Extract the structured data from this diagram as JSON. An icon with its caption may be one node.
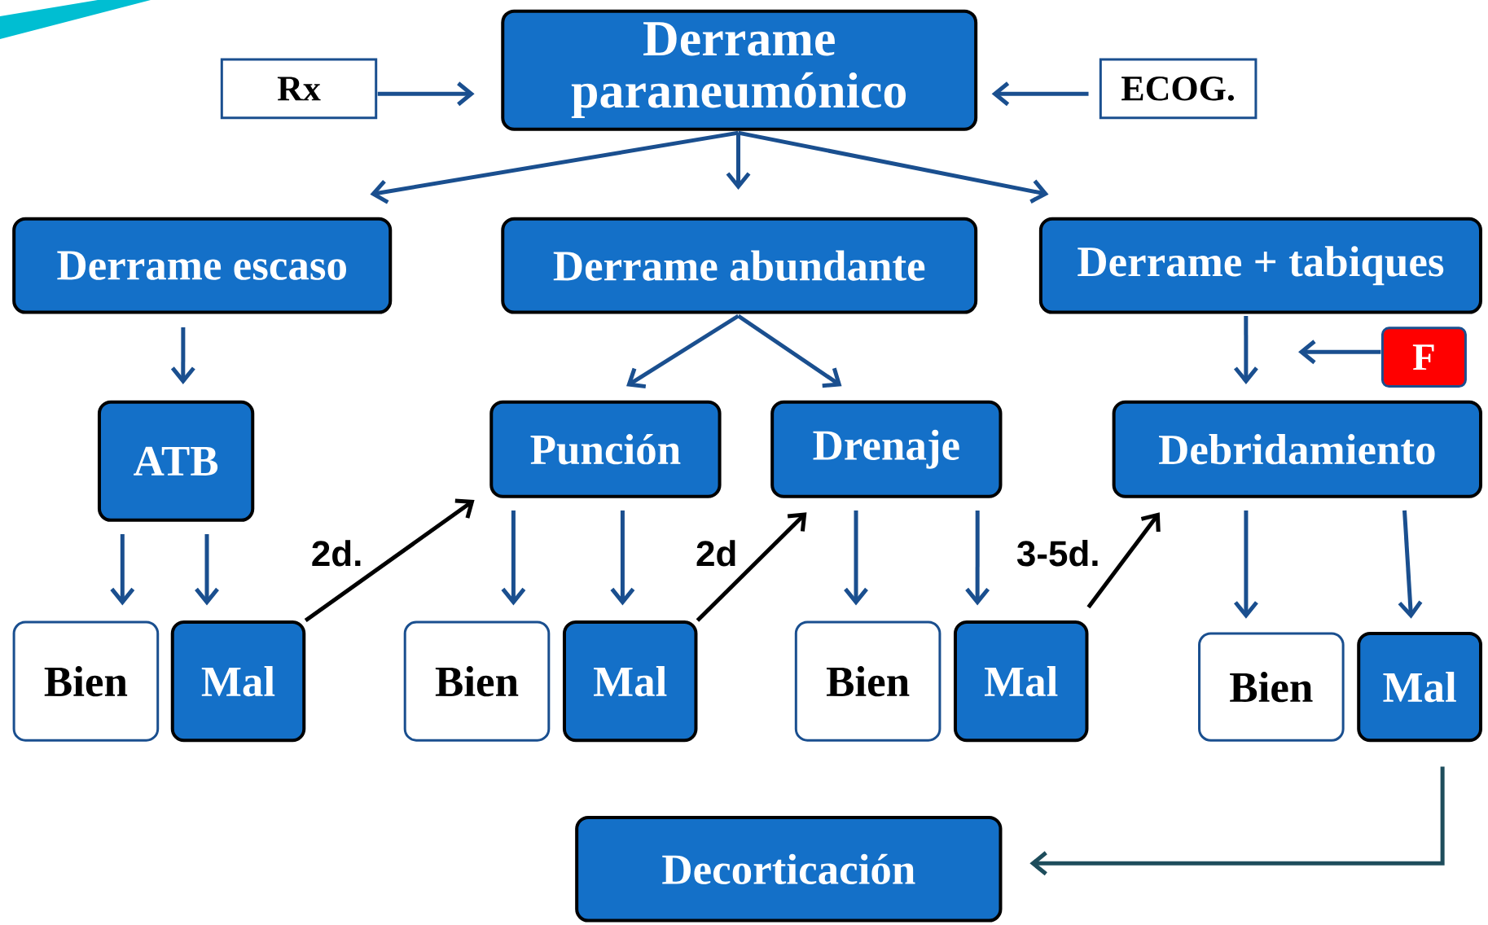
{
  "diagram": {
    "nodes": [
      {
        "text": [
          "Derrame paraneumónico"
        ]
      },
      {
        "text": [
          "Rx"
        ]
      },
      {
        "text": [
          "ECOG."
        ]
      },
      {
        "text": [
          "Derrame escaso"
        ]
      },
      {
        "text": [
          "Derrame  abundante"
        ]
      },
      {
        "text": [
          "Derrame + tabiques"
        ]
      },
      {
        "text": [
          "F"
        ]
      },
      {
        "text": [
          "ATB"
        ]
      },
      {
        "text": [
          "Punción"
        ]
      },
      {
        "text": [
          "Drenaje"
        ]
      },
      {
        "text": [
          "Debridamiento"
        ]
      },
      {
        "text": [
          "Bien"
        ]
      },
      {
        "text": [
          "Mal"
        ]
      },
      {
        "text": [
          "Bien"
        ]
      },
      {
        "text": [
          "Mal"
        ]
      },
      {
        "text": [
          "Bien"
        ]
      },
      {
        "text": [
          "Mal"
        ]
      },
      {
        "text": [
          "Bien"
        ]
      },
      {
        "text": [
          "Mal"
        ]
      },
      {
        "text": [
          "Decorticación"
        ]
      }
    ],
    "edges": [
      {
        "from": 1,
        "to": 0,
        "arrow": "to"
      },
      {
        "from": 2,
        "to": 0,
        "arrow": "to"
      },
      {
        "from": 0,
        "to": 3,
        "arrow": "to"
      },
      {
        "from": 0,
        "to": 4,
        "arrow": "to"
      },
      {
        "from": 0,
        "to": 5,
        "arrow": "to"
      },
      {
        "from": 3,
        "to": 7,
        "arrow": "to"
      },
      {
        "from": 4,
        "to": 8,
        "arrow": "to"
      },
      {
        "from": 4,
        "to": 9,
        "arrow": "to"
      },
      {
        "from": 5,
        "to": 10,
        "arrow": "to"
      },
      {
        "from": 6,
        "to": null,
        "arrow": "to"
      },
      {
        "from": 7,
        "to": 11,
        "arrow": "to"
      },
      {
        "from": 7,
        "to": 12,
        "arrow": "to"
      },
      {
        "from": 12,
        "to": 8,
        "arrow": "to",
        "label": "2d.",
        "color": "#000000"
      },
      {
        "from": 8,
        "to": 13,
        "arrow": "to"
      },
      {
        "from": 8,
        "to": 14,
        "arrow": "to"
      },
      {
        "from": 14,
        "to": 9,
        "arrow": "to",
        "label": "2d",
        "color": "#000000"
      },
      {
        "from": 9,
        "to": 15,
        "arrow": "to"
      },
      {
        "from": 9,
        "to": 16,
        "arrow": "to"
      },
      {
        "from": 16,
        "to": 10,
        "arrow": "to",
        "label": "3-5d.",
        "color": "#000000"
      },
      {
        "from": 10,
        "to": 17,
        "arrow": "to"
      },
      {
        "from": 10,
        "to": 18,
        "arrow": "to"
      },
      {
        "from": 18,
        "to": 19,
        "arrow": "to",
        "color": "#1e4d5c"
      }
    ]
  }
}
